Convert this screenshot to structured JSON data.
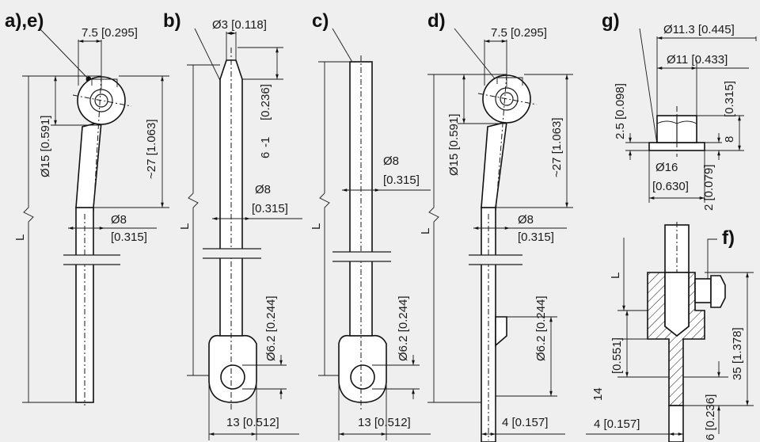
{
  "colors": {
    "background": "#efefef",
    "ink": "#1a1a1a",
    "part_fill": "#ffffff"
  },
  "labels": {
    "ae": "a),e)",
    "b": "b)",
    "c": "c)",
    "d": "d)",
    "g": "g)",
    "f": "f)"
  },
  "dims": {
    "ae_offset": "7.5 [0.295]",
    "ae_dia15": "Ø15 [0.591]",
    "ae_len27": "~27 [1.063]",
    "ae_dia8": "Ø8",
    "ae_dia8_in": "[0.315]",
    "ae_L": "L",
    "b_dia3": "Ø3 [0.118]",
    "b_len6": "6",
    "b_tol": "-1",
    "b_len6_in": "[0.236]",
    "b_dia8": "Ø8",
    "b_dia8_in": "[0.315]",
    "b_dia62": "Ø6.2 [0.244]",
    "b_width13": "13 [0.512]",
    "b_L": "L",
    "c_dia8": "Ø8",
    "c_dia8_in": "[0.315]",
    "c_dia62": "Ø6.2 [0.244]",
    "c_width13": "13 [0.512]",
    "c_L": "L",
    "d_offset": "7.5 [0.295]",
    "d_dia15": "Ø15 [0.591]",
    "d_len27": "~27 [1.063]",
    "d_dia8": "Ø8",
    "d_dia8_in": "[0.315]",
    "d_dia62": "Ø6.2 [0.244]",
    "d_width4": "4 [0.157]",
    "d_L": "L",
    "g_dia113": "Ø11.3 [0.445]",
    "g_dia11": "Ø11 [0.433]",
    "g_h25": "2.5 [0.098]",
    "g_h8": "8",
    "g_h8_in": "[0.315]",
    "g_h2": "2 [0.079]",
    "g_dia16": "Ø16",
    "g_dia16_in": "[0.630]",
    "f_L": "L",
    "f_h14": "14",
    "f_h14_in": "[0.551]",
    "f_h35": "35 [1.378]",
    "f_width4": "4 [0.157]",
    "f_h6": "6 [0.236]"
  }
}
